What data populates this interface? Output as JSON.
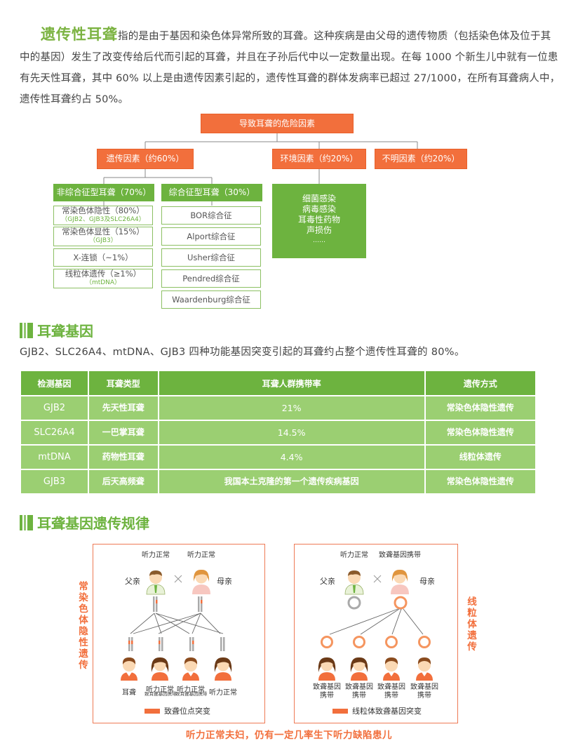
{
  "intro": {
    "lead": "遗传性耳聋",
    "text": "指的是由于基因和染色体异常所致的耳聋。这种疾病是由父母的遗传物质（包括染色体及位于其中的基因）发生了改变传给后代而引起的耳聋，并且在子孙后代中以一定数量出现。在每 1000 个新生儿中就有一位患有先天性耳聋，其中 60% 以上是由遗传因素引起的，遗传性耳聋的群体发病率已超过 27/1000，在所有耳聋病人中，遗传性耳聋约占 50%。"
  },
  "tree": {
    "root": "导致耳聋的危险因素",
    "genetic": "遗传因素（约60%）",
    "environment": "环境因素（约20%）",
    "unknown": "不明因素（约20%）",
    "nonsyndromic": "非综合征型耳聋（70%）",
    "syndromic": "综合征型耳聋（30%）",
    "nonsyndromic_items": [
      {
        "label": "常染色体隐性（80%）",
        "sub": "（GJB2、GJB3及SLC26A4）"
      },
      {
        "label": "常染色体显性（15%）",
        "sub": "（GJB3）"
      },
      {
        "label": "X-连锁（~1%）",
        "sub": ""
      },
      {
        "label": "线粒体遗传（≥1%）",
        "sub": "（mtDNA）"
      }
    ],
    "syndromic_items": [
      "BOR综合征",
      "Alport综合征",
      "Usher综合征",
      "Pendred综合征",
      "Waardenburg综合征"
    ],
    "env_items": [
      "细菌感染",
      "病毒感染",
      "耳毒性药物",
      "声损伤",
      "……"
    ]
  },
  "genes_section": {
    "title": "耳聋基因",
    "desc": "GJB2、SLC26A4、mtDNA、GJB3 四种功能基因突变引起的耳聋约占整个遗传性耳聋的 80%。",
    "headers": [
      "检测基因",
      "耳聋类型",
      "耳聋人群携带率",
      "遗传方式"
    ],
    "rows": [
      [
        "GJB2",
        "先天性耳聋",
        "21%",
        "常染色体隐性遗传"
      ],
      [
        "SLC26A4",
        "一巴掌耳聋",
        "14.5%",
        "常染色体隐性遗传"
      ],
      [
        "mtDNA",
        "药物性耳聋",
        "4.4%",
        "线粒体遗传"
      ],
      [
        "GJB3",
        "后天高频聋",
        "我国本土克隆的第一个遗传疾病基因",
        "常染色体隐性遗传"
      ]
    ]
  },
  "inherit_section": {
    "title": "耳聋基因遗传规律",
    "left": {
      "vlabel": "常染色体隐性遗传",
      "father_top": "听力正常",
      "mother_top": "听力正常",
      "father": "父亲",
      "mother": "母亲",
      "children": [
        {
          "label": "耳聋",
          "sub": ""
        },
        {
          "label": "听力正常",
          "sub": "致耳聋基因携带"
        },
        {
          "label": "听力正常",
          "sub": "致耳聋基因携带"
        },
        {
          "label": "听力正常",
          "sub": ""
        }
      ],
      "legend": "致聋位点突变"
    },
    "right": {
      "vlabel": "线粒体遗传",
      "father_top": "听力正常",
      "mother_top": "致聋基因携带",
      "father": "父亲",
      "mother": "母亲",
      "children": [
        "致聋基因携带",
        "致聋基因携带",
        "致聋基因携带",
        "致聋基因携带"
      ],
      "legend": "线粒体致聋基因突变"
    },
    "cross": "×",
    "footnote": "听力正常夫妇，仍有一定几率生下听力缺陷患儿"
  },
  "colors": {
    "green": "#6db33f",
    "light_green": "#9bcf72",
    "orange": "#f26f3c"
  }
}
